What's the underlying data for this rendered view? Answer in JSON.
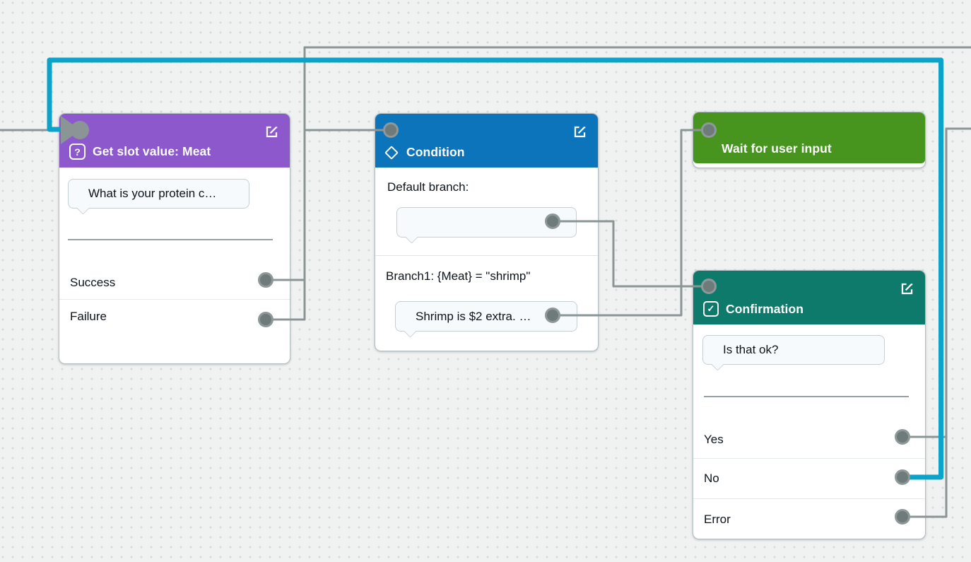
{
  "colors": {
    "canvas_bg": "#f0f1f1",
    "dot": "#d6dada",
    "connector_gray": "#8b9595",
    "connector_blue": "#0ba3c9",
    "purple_header": "#8c58cc",
    "blue_header": "#0c74ba",
    "green_header": "#47951f",
    "teal_header": "#0d7a6c",
    "port_fill": "#6f7a7a",
    "port_ring": "#8e9898"
  },
  "icons": {
    "question_glyph": "?",
    "check_glyph": "✓"
  },
  "nodes": {
    "get_slot": {
      "title": "Get slot value: Meat",
      "bubble_text": "What is your protein c…",
      "outputs": [
        {
          "label": "Success"
        },
        {
          "label": "Failure"
        }
      ]
    },
    "condition": {
      "title": "Condition",
      "sections": [
        {
          "label": "Default branch:",
          "bubble_text": ""
        },
        {
          "label": "Branch1: {Meat} = \"shrimp\"",
          "bubble_text": "Shrimp is $2 extra. …"
        }
      ]
    },
    "wait": {
      "title": "Wait for user input"
    },
    "confirmation": {
      "title": "Confirmation",
      "bubble_text": "Is that ok?",
      "outputs": [
        {
          "label": "Yes"
        },
        {
          "label": "No"
        },
        {
          "label": "Error"
        }
      ]
    }
  },
  "connections": [
    {
      "from": "get_slot.Success",
      "to": "condition.input",
      "color": "gray"
    },
    {
      "from": "get_slot.Failure",
      "to": "offscreen-top-right",
      "color": "gray"
    },
    {
      "from": "condition.default_branch",
      "to": "confirmation.input",
      "color": "gray"
    },
    {
      "from": "condition.branch1_shrimp",
      "to": "wait.input",
      "color": "gray"
    },
    {
      "from": "confirmation.Yes",
      "to": "offscreen-right",
      "color": "gray"
    },
    {
      "from": "confirmation.Error",
      "to": "offscreen-right",
      "color": "gray"
    },
    {
      "from": "confirmation.No",
      "to": "get_slot.input",
      "color": "blue"
    },
    {
      "from": "offscreen-left",
      "to": "get_slot.input",
      "color": "gray"
    }
  ]
}
